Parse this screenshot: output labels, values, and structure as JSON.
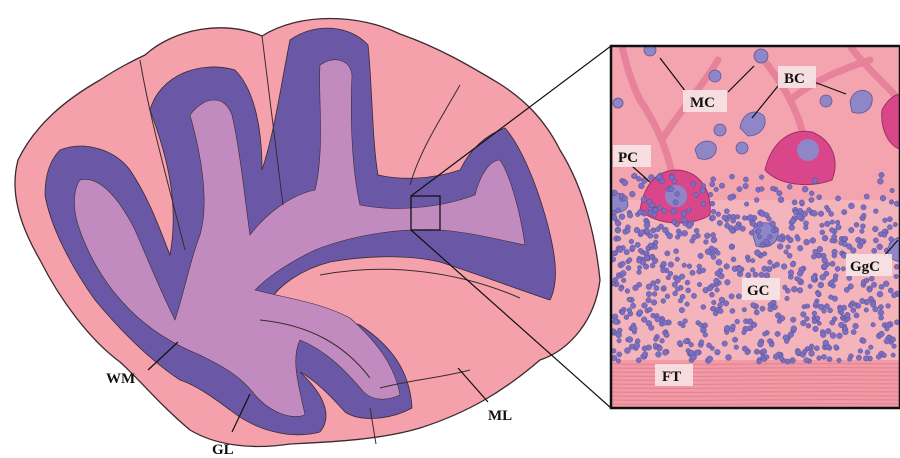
{
  "colors": {
    "molecular_layer": "#f5a1ac",
    "granular_layer": "#6a58a6",
    "white_matter": "#c28bbf",
    "purkinje_cell": "#d9468a",
    "cell_body": "#8f86c7",
    "fiber_tract": "#f29ba6",
    "background": "#ffffff"
  },
  "overview_labels": {
    "wm": "WM",
    "gl": "GL",
    "ml": "ML"
  },
  "inset_labels": {
    "mc": "MC",
    "bc": "BC",
    "pc": "PC",
    "gc": "GC",
    "ggc": "GgC",
    "ft": "FT"
  }
}
